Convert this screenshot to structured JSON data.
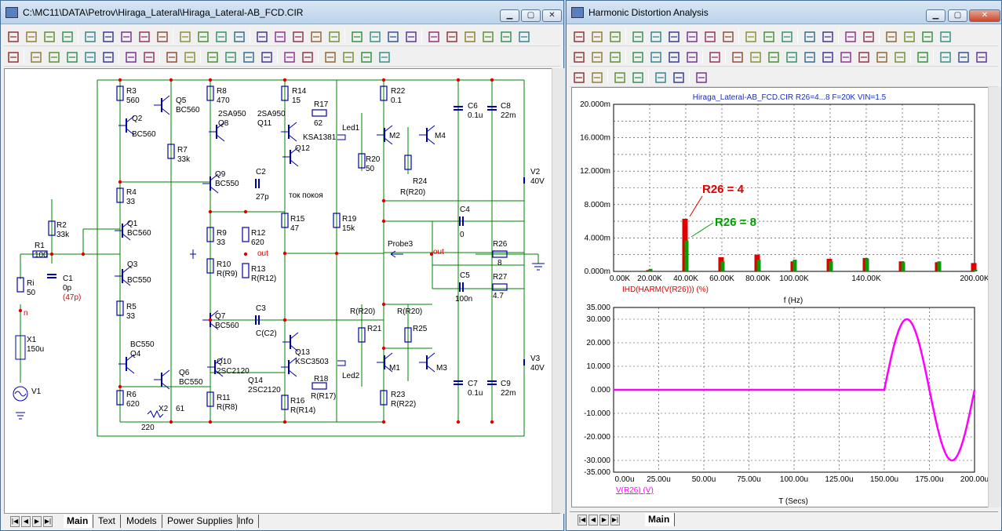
{
  "schematic_window": {
    "title": "C:\\MC11\\DATA\\Petrov\\Hiraga_Lateral\\Hiraga_Lateral-AB_FCD.CIR",
    "tabs": [
      "Main",
      "Text",
      "Models",
      "Power Supplies",
      "Info"
    ]
  },
  "analysis_window": {
    "title": "Harmonic Distortion Analysis",
    "tabs": [
      "Main"
    ],
    "plot_header": "Hiraga_Lateral-AB_FCD.CIR R26=4...8 F=20K VIN=1.5",
    "annotations": {
      "r26_4": "R26 = 4",
      "r26_8": "R26 = 8"
    }
  },
  "components": {
    "R3": [
      "R3",
      "560"
    ],
    "Q5": [
      "Q5",
      "BC560"
    ],
    "Q2": [
      "Q2",
      "BC560"
    ],
    "R7": [
      "R7",
      "33k"
    ],
    "R8": [
      "R8",
      "470"
    ],
    "Q8": [
      "2SA950",
      "Q8"
    ],
    "Q11": [
      "2SA950",
      "Q11"
    ],
    "R14": [
      "R14",
      "15"
    ],
    "R17": [
      "R17",
      "62"
    ],
    "Q12": [
      "KSA1381",
      "Q12"
    ],
    "R22": [
      "R22",
      "0.1"
    ],
    "C6": [
      "C6",
      "0.1u"
    ],
    "C8": [
      "C8",
      "22m"
    ],
    "Led1": "Led1",
    "M2": "M2",
    "M4": "M4",
    "R20": [
      "R20",
      "50"
    ],
    "R24": [
      "R24",
      "R(R20)"
    ],
    "V2": [
      "V2",
      "40V"
    ],
    "Q9": [
      "Q9",
      "BC550"
    ],
    "C2": [
      "C2",
      "27p"
    ],
    "tok": "ток покоя",
    "R4": [
      "R4",
      "33"
    ],
    "R2": [
      "R2",
      "33k"
    ],
    "Q1": [
      "Q1",
      "BC560"
    ],
    "R1": [
      "R1",
      "100"
    ],
    "C1": [
      "C1",
      "0p",
      "(47p)"
    ],
    "Ri": [
      "Ri",
      "50"
    ],
    "n": "n",
    "X1": [
      "X1",
      "150u"
    ],
    "V1": "V1",
    "Q3": [
      "Q3",
      "BC550"
    ],
    "R9": [
      "R9",
      "33"
    ],
    "R12": [
      "R12",
      "620"
    ],
    "out": "out",
    "R10": [
      "R10",
      "R(R9)"
    ],
    "R13": [
      "R13",
      "R(R12)"
    ],
    "R15": [
      "R15",
      "47"
    ],
    "R19": [
      "R19",
      "15k"
    ],
    "Probe3": "Probe3",
    "C4": [
      "C4",
      "0"
    ],
    "R26": [
      "R26",
      "8"
    ],
    "C5": [
      "C5",
      "100n"
    ],
    "R27": [
      "R27",
      "4.7"
    ],
    "R5": [
      "R5",
      "33"
    ],
    "Q7": [
      "Q7",
      "BC560"
    ],
    "C3": [
      "C3",
      "C(C2)"
    ],
    "R21": [
      "R(R20)",
      "R21"
    ],
    "R25": [
      "R(R20)",
      "R25"
    ],
    "Q13": [
      "Q13",
      "KSC3503"
    ],
    "M1": "M1",
    "M3": "M3",
    "V3": [
      "V3",
      "40V"
    ],
    "Q4": [
      "BC550",
      "Q4"
    ],
    "Q6": [
      "Q6",
      "BC550"
    ],
    "Q10": [
      "Q10",
      "2SC2120"
    ],
    "Q14": [
      "Q14",
      "2SC2120"
    ],
    "Led2": "Led2",
    "R18": [
      "R18",
      "R(R17)"
    ],
    "R23": [
      "R23",
      "R(R22)"
    ],
    "C7": [
      "C7",
      "0.1u"
    ],
    "C9": [
      "C9",
      "22m"
    ],
    "R6": [
      "R6",
      "620"
    ],
    "X2": [
      "X2",
      "61",
      "220"
    ],
    "R11": [
      "R11",
      "R(R8)"
    ],
    "R16": [
      "R16",
      "R(R14)"
    ]
  },
  "chart_data": [
    {
      "type": "bar",
      "title": "Hiraga_Lateral-AB_FCD.CIR R26=4...8 F=20K VIN=1.5",
      "xlabel": "f (Hz)",
      "ylabel": "IHD(HARM(V(R26))) (%)",
      "xlim": [
        0,
        200000
      ],
      "ylim": [
        0,
        0.02
      ],
      "x_ticks": [
        "0.00K",
        "20.00K",
        "40.00K",
        "60.00K",
        "80.00K",
        "100.00K",
        "140.00K",
        "200.00K"
      ],
      "y_ticks": [
        "0.000m",
        "4.000m",
        "8.000m",
        "12.000m",
        "16.000m",
        "20.000m"
      ],
      "x": [
        20000,
        40000,
        60000,
        80000,
        100000,
        120000,
        140000,
        160000,
        180000,
        200000
      ],
      "series": [
        {
          "name": "R26 = 4",
          "color": "#e00000",
          "values": [
            0.00015,
            0.0063,
            0.0017,
            0.002,
            0.0012,
            0.0015,
            0.0016,
            0.0012,
            0.0011,
            0.001
          ]
        },
        {
          "name": "R26 = 8",
          "color": "#00a000",
          "values": [
            0.0003,
            0.0037,
            0.0012,
            0.0014,
            0.0014,
            0.0012,
            0.0015,
            0.0011,
            0.0012,
            0.0002
          ]
        }
      ]
    },
    {
      "type": "line",
      "xlabel": "T (Secs)",
      "ylabel": "V(R26) (V)",
      "xlim": [
        0,
        0.0002
      ],
      "ylim": [
        -35,
        35
      ],
      "x_ticks": [
        "0.00u",
        "25.00u",
        "50.00u",
        "75.00u",
        "100.00u",
        "125.00u",
        "150.00u",
        "175.00u",
        "200.00u"
      ],
      "y_ticks": [
        "35.000",
        "30.000",
        "20.000",
        "10.000",
        "0.000",
        "-10.000",
        "-20.000",
        "-30.000",
        "-35.000"
      ],
      "series": [
        {
          "name": "V(R26) (V)",
          "color": "#ff00ff",
          "start": 0.00015,
          "amplitude": 30,
          "frequency": 20000
        }
      ]
    }
  ]
}
